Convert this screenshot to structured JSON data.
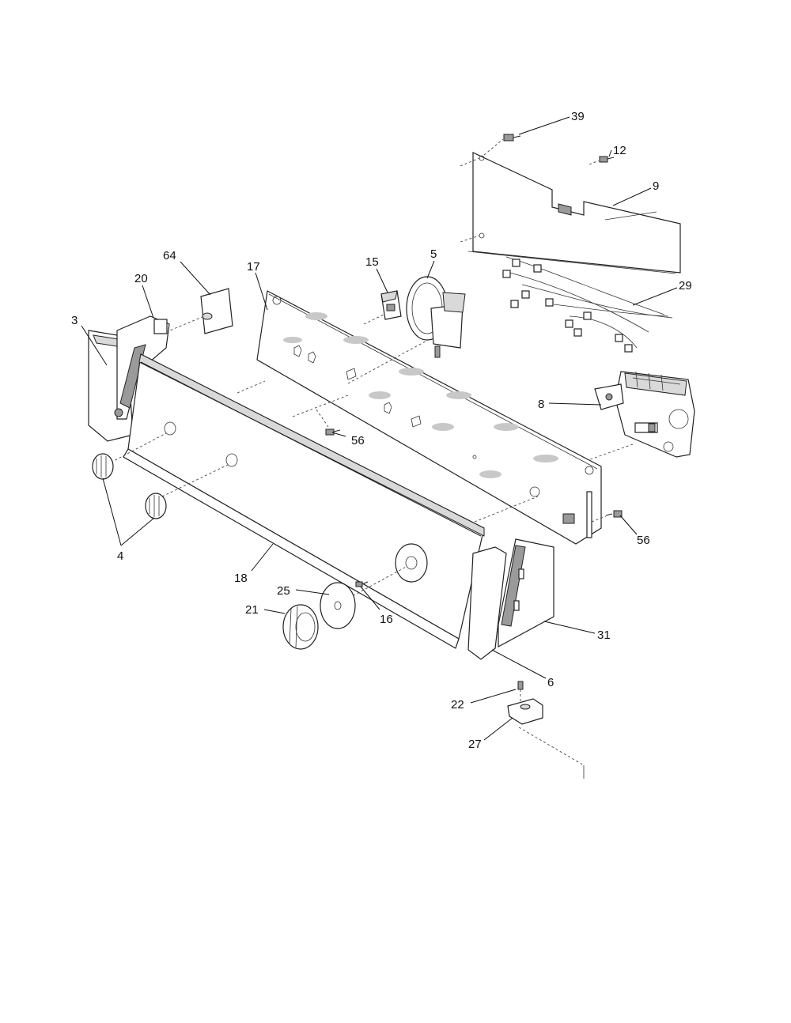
{
  "callouts": [
    {
      "id": "39",
      "label": "39"
    },
    {
      "id": "12",
      "label": "12"
    },
    {
      "id": "9",
      "label": "9"
    },
    {
      "id": "29",
      "label": "29"
    },
    {
      "id": "5",
      "label": "5"
    },
    {
      "id": "15",
      "label": "15"
    },
    {
      "id": "17",
      "label": "17"
    },
    {
      "id": "64",
      "label": "64"
    },
    {
      "id": "20",
      "label": "20"
    },
    {
      "id": "3",
      "label": "3"
    },
    {
      "id": "8",
      "label": "8"
    },
    {
      "id": "56a",
      "label": "56"
    },
    {
      "id": "56b",
      "label": "56"
    },
    {
      "id": "4",
      "label": "4"
    },
    {
      "id": "18",
      "label": "18"
    },
    {
      "id": "25",
      "label": "25"
    },
    {
      "id": "21",
      "label": "21"
    },
    {
      "id": "16",
      "label": "16"
    },
    {
      "id": "31",
      "label": "31"
    },
    {
      "id": "6",
      "label": "6"
    },
    {
      "id": "22",
      "label": "22"
    },
    {
      "id": "27",
      "label": "27"
    }
  ],
  "colors": {
    "line": "#222222",
    "background": "#ffffff"
  }
}
